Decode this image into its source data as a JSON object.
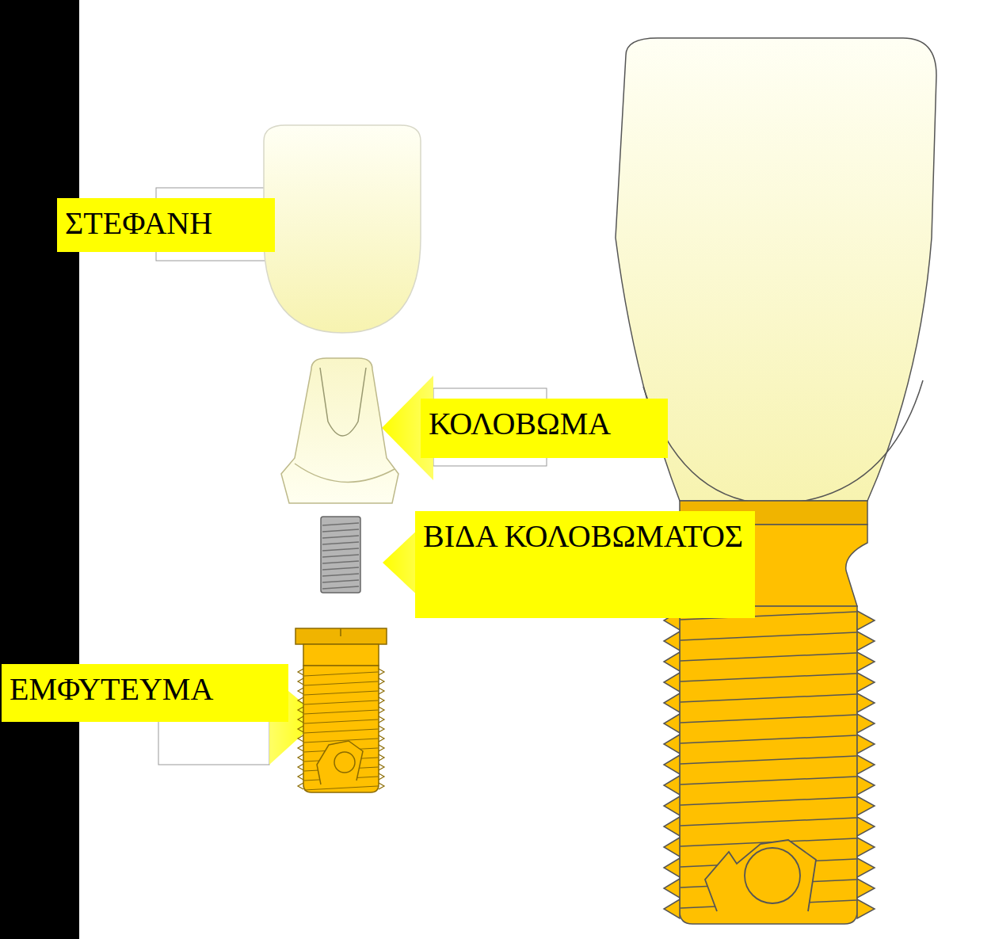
{
  "diagram": {
    "nodes": [
      {
        "text": [
          "ΣΤΕΦΑΝΗ"
        ]
      },
      {
        "text": [
          "ΚΟΛΟΒΩΜΑ"
        ]
      },
      {
        "text": [
          "ΒΙΔΑ ΚΟΛΟΒΩΜΑΤΟΣ"
        ]
      },
      {
        "text": [
          "ΕΜΦΥΤΕΥΜΑ"
        ]
      }
    ]
  }
}
